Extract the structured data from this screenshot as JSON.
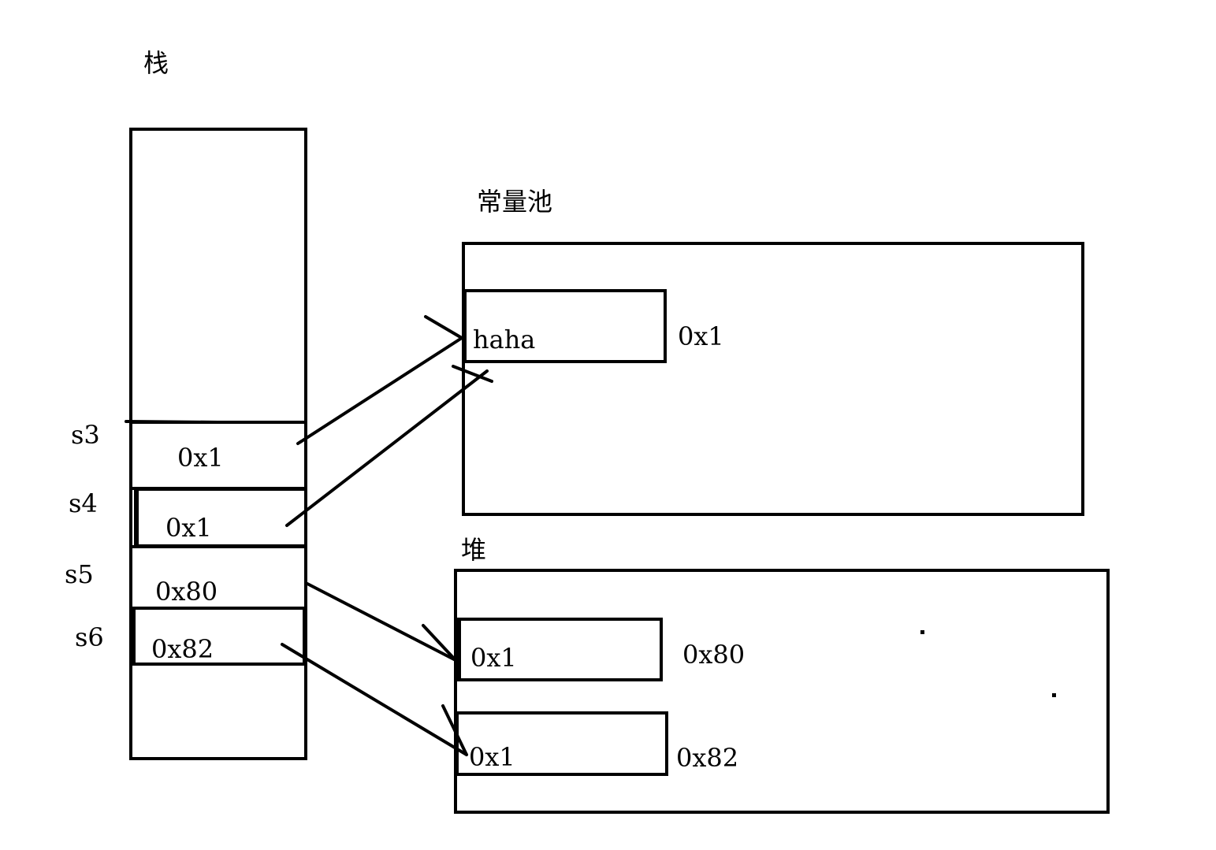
{
  "stack": {
    "title": "栈",
    "slots": [
      {
        "var": "s3",
        "value": "0x1"
      },
      {
        "var": "s4",
        "value": "0x1"
      },
      {
        "var": "s5",
        "value": "0x80"
      },
      {
        "var": "s6",
        "value": "0x82"
      }
    ]
  },
  "constant_pool": {
    "title": "常量池",
    "entries": [
      {
        "content": "haha",
        "address": "0x1"
      }
    ]
  },
  "heap": {
    "title": "堆",
    "objects": [
      {
        "content": "0x1",
        "address": "0x80"
      },
      {
        "content": "0x1",
        "address": "0x82"
      }
    ]
  },
  "references": [
    {
      "from": "s3",
      "to": "0x1"
    },
    {
      "from": "s4",
      "to": "0x1"
    },
    {
      "from": "s5",
      "to": "0x80"
    },
    {
      "from": "s6",
      "to": "0x82"
    }
  ]
}
